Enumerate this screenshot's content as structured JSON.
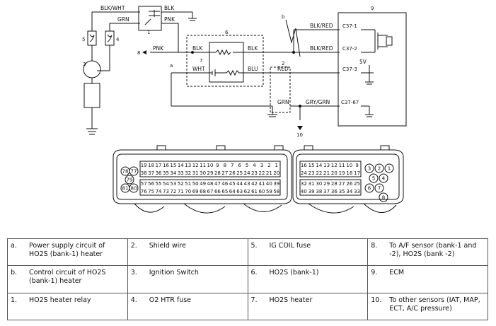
{
  "wires": {
    "blk_wht": "BLK/WHT",
    "blk_top": "BLK",
    "grn_top": "GRN",
    "pnk_top": "PNK",
    "pnk_left": "PNK",
    "blk_mid": "BLK",
    "blk_right": "BLK",
    "wht": "WHT",
    "blu": "BLU",
    "red": "RED",
    "grn_low": "GRN",
    "blk_red_1": "BLK/RED",
    "blk_red_2": "BLK/RED",
    "gry_grn": "GRY/GRN",
    "v5": "5V"
  },
  "connectors": {
    "c1": "C37-1",
    "c2": "C37-2",
    "c3": "C37-3",
    "c67": "C37-67"
  },
  "callouts": {
    "n1": "1",
    "n2": "2",
    "n3": "3",
    "n4": "4",
    "n5": "5",
    "n6": "6",
    "n7": "7",
    "n8": "8",
    "n9": "9",
    "n10": "10",
    "a": "a",
    "b": "b"
  },
  "connector_left": {
    "row1": [
      "19",
      "18",
      "17",
      "16",
      "15",
      "14",
      "13",
      "12",
      "11",
      "10",
      "9",
      "8",
      "7",
      "6",
      "5",
      "4",
      "3",
      "2",
      "1"
    ],
    "row2": [
      "38",
      "37",
      "36",
      "35",
      "34",
      "33",
      "32",
      "31",
      "30",
      "29",
      "28",
      "27",
      "26",
      "25",
      "24",
      "23",
      "22",
      "21",
      "20"
    ],
    "row3": [
      "57",
      "56",
      "55",
      "54",
      "53",
      "52",
      "51",
      "50",
      "49",
      "48",
      "47",
      "46",
      "45",
      "44",
      "43",
      "42",
      "41",
      "40",
      "39"
    ],
    "row4": [
      "76",
      "75",
      "74",
      "73",
      "72",
      "71",
      "70",
      "69",
      "68",
      "67",
      "66",
      "65",
      "64",
      "63",
      "62",
      "61",
      "60",
      "59",
      "58"
    ],
    "circles": [
      "78",
      "77",
      "79",
      "81",
      "80"
    ]
  },
  "connector_right": {
    "row1": [
      "16",
      "15",
      "14",
      "13",
      "12",
      "11",
      "10",
      "9"
    ],
    "row2": [
      "24",
      "23",
      "22",
      "21",
      "20",
      "19",
      "18",
      "17"
    ],
    "row3": [
      "32",
      "31",
      "30",
      "29",
      "28",
      "27",
      "26",
      "25"
    ],
    "row4": [
      "40",
      "39",
      "38",
      "37",
      "36",
      "35",
      "34",
      "33"
    ],
    "circles": [
      "3",
      "2",
      "1",
      "5",
      "4",
      "6",
      "7",
      "8"
    ]
  },
  "legend": [
    [
      {
        "k": "a.",
        "v": "Power supply circuit of HO2S (bank-1) heater"
      },
      {
        "k": "2.",
        "v": "Shield wire"
      },
      {
        "k": "5.",
        "v": "IG COIL fuse"
      },
      {
        "k": "8.",
        "v": "To A/F sensor (bank-1 and -2), HO2S (bank -2)"
      }
    ],
    [
      {
        "k": "b.",
        "v": "Control circuit of HO2S (bank-1) heater"
      },
      {
        "k": "3.",
        "v": "Ignition Switch"
      },
      {
        "k": "6.",
        "v": "HO2S (bank-1)"
      },
      {
        "k": "9.",
        "v": "ECM"
      }
    ],
    [
      {
        "k": "1.",
        "v": "HO2S heater relay"
      },
      {
        "k": "4.",
        "v": "O2 HTR fuse"
      },
      {
        "k": "7.",
        "v": "HO2S heater"
      },
      {
        "k": "10.",
        "v": "To other sensors (IAT, MAP, ECT, A/C pressure)"
      }
    ]
  ]
}
